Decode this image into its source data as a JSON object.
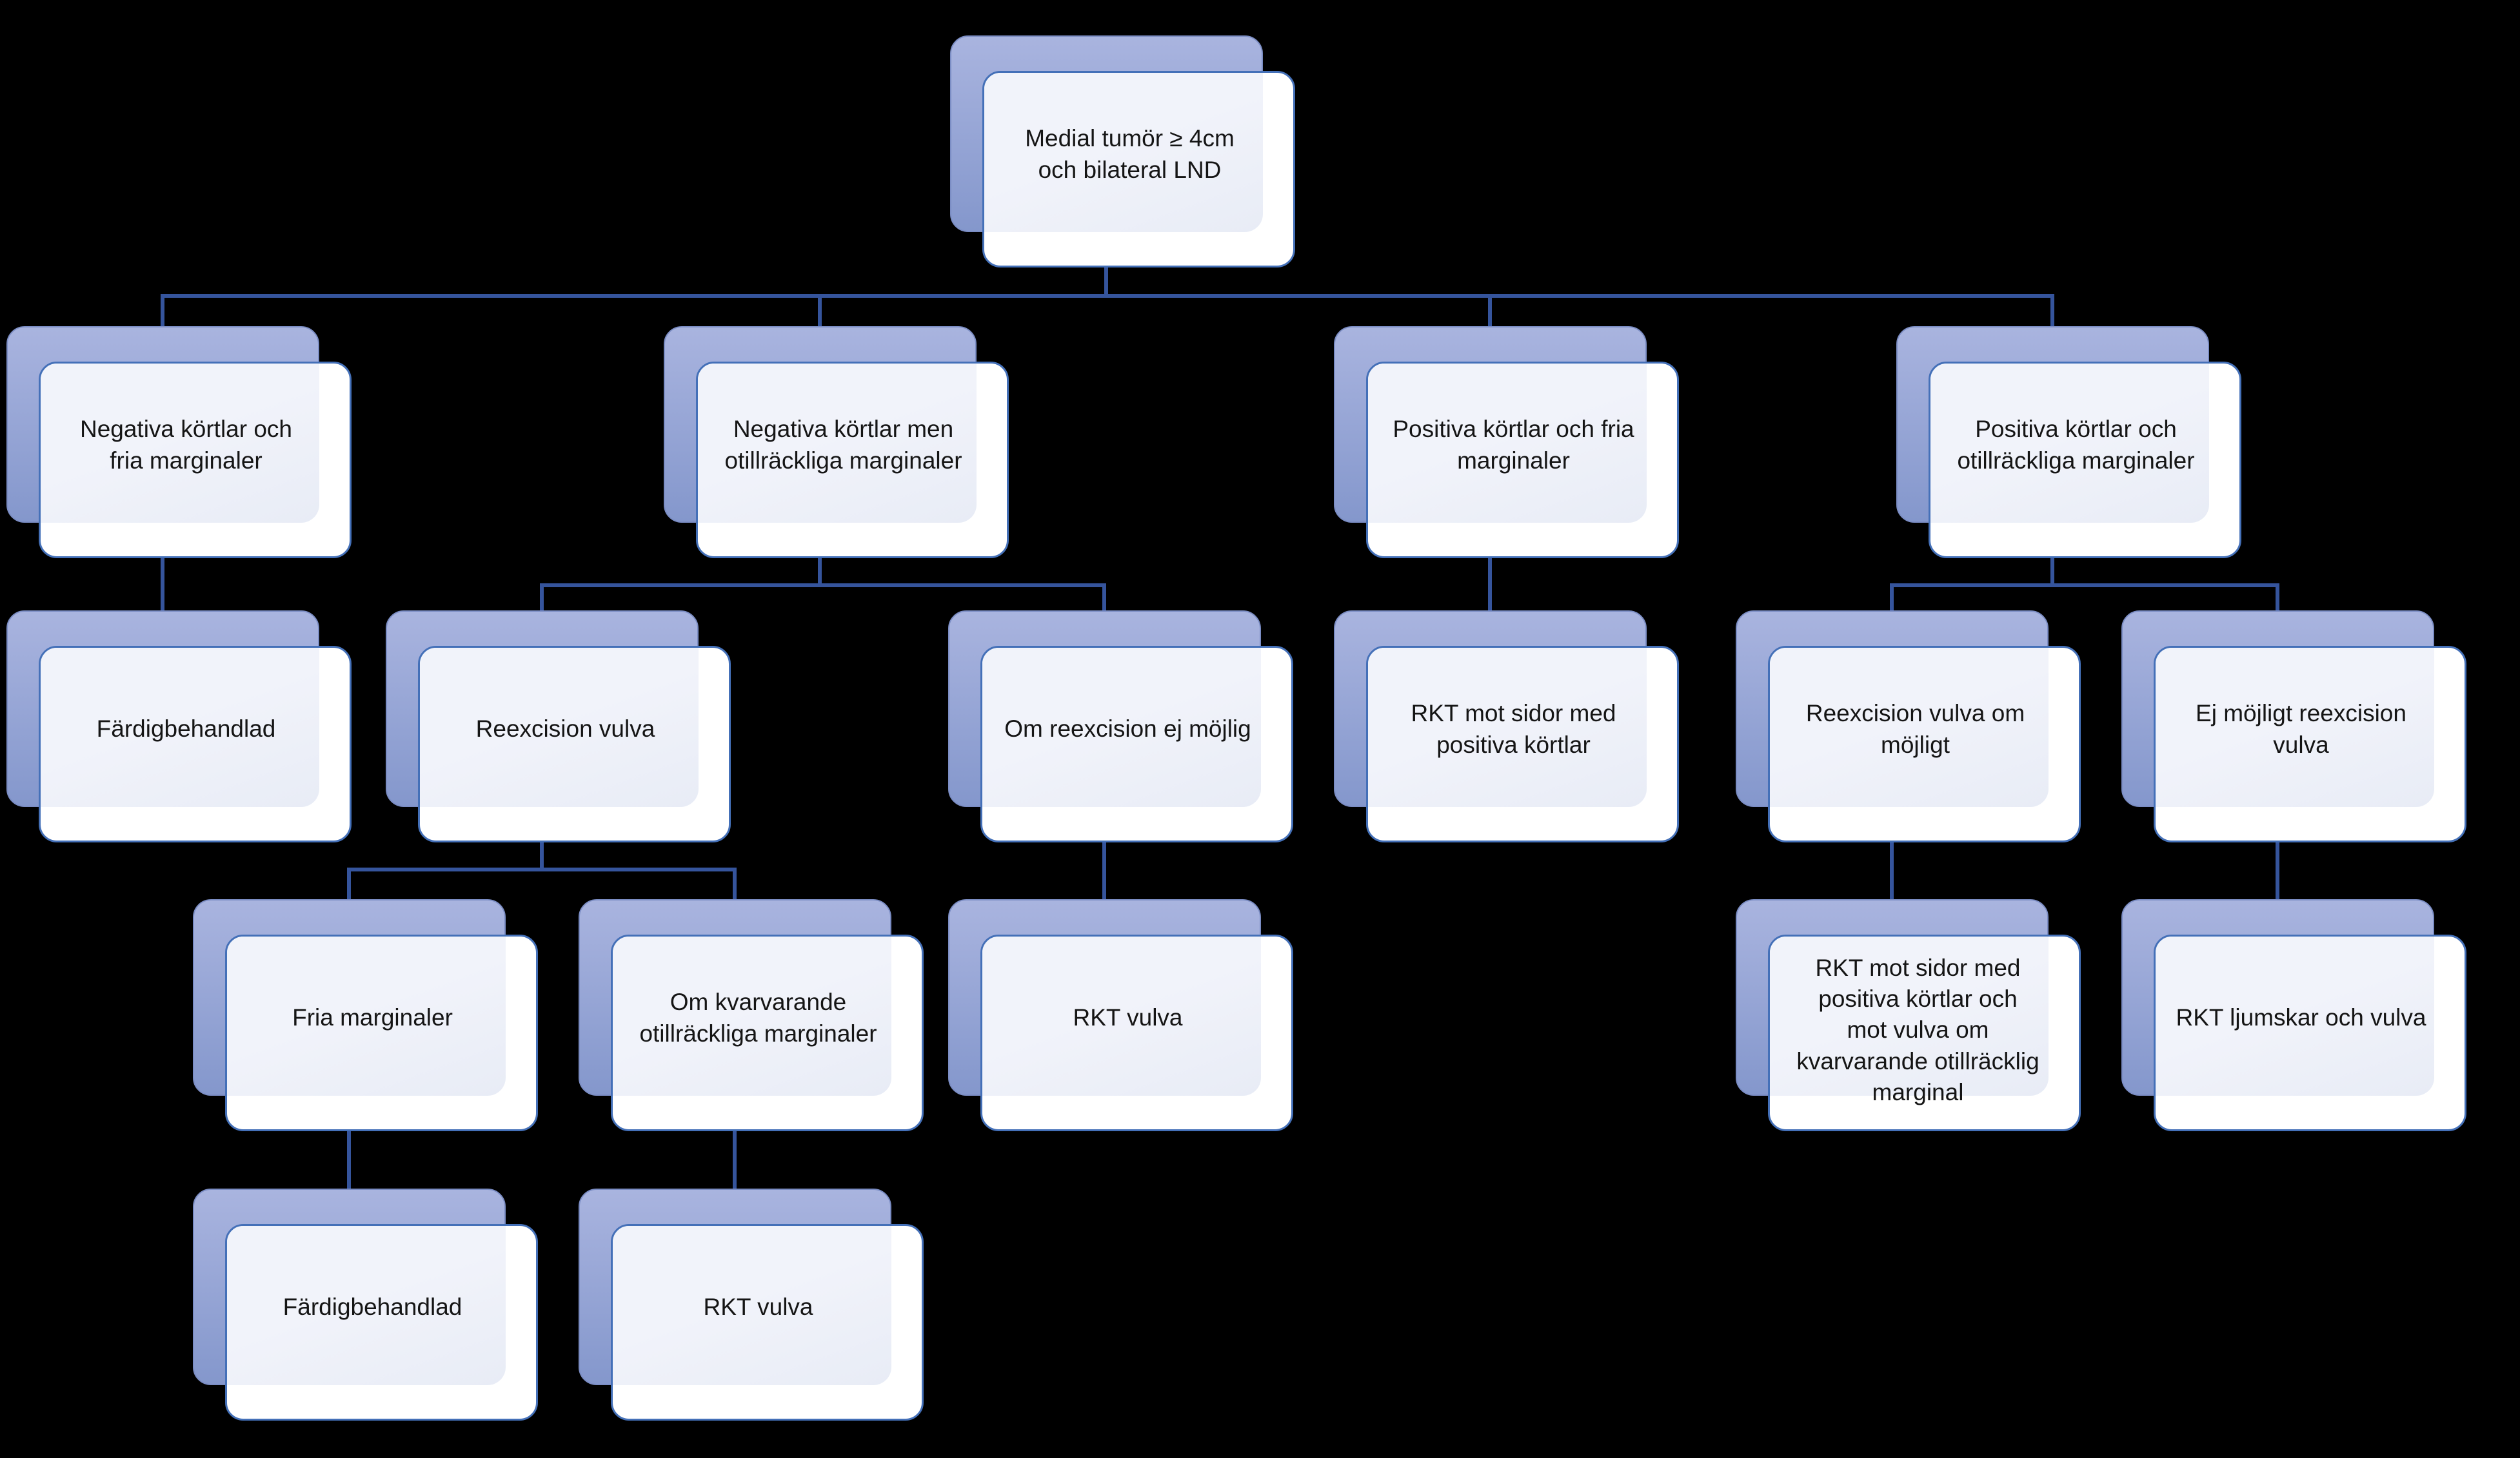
{
  "diagram": {
    "colors": {
      "background": "#000000",
      "connector": "#35549c",
      "back_top": "#a9b4df",
      "back_bottom": "#8497cc",
      "back_border": "#7b8dc4",
      "front_fill_a": "#f1f3fa",
      "front_fill_b": "#e8ecf6",
      "front_border": "#4470b8",
      "text": "#151515"
    },
    "nodes": {
      "root": {
        "label": "Medial tumör ≥ 4cm\noch bilateral LND"
      },
      "neg_fria": {
        "label": "Negativa körtlar och\nfria marginaler"
      },
      "neg_otillr": {
        "label": "Negativa körtlar men\notillräckliga marginaler"
      },
      "pos_fria": {
        "label": "Positiva körtlar och fria\nmarginaler"
      },
      "pos_otillr": {
        "label": "Positiva körtlar och\notillräckliga marginaler"
      },
      "fardigbehandlad_1": {
        "label": "Färdigbehandlad"
      },
      "reexcision_vulva": {
        "label": "Reexcision vulva"
      },
      "om_reexcision_ej_mojlig": {
        "label": "Om reexcision ej möjlig"
      },
      "rkt_mot_sidor": {
        "label": "RKT mot sidor med\npositiva körtlar"
      },
      "reexcision_vulva_om_mojligt": {
        "label": "Reexcision vulva om\nmöjligt"
      },
      "ej_mojligt_reexcision_vulva": {
        "label": "Ej möjligt reexcision\nvulva"
      },
      "fria_marginaler": {
        "label": "Fria marginaler"
      },
      "om_kvarvarande": {
        "label": "Om kvarvarande\notillräckliga marginaler"
      },
      "rkt_vulva_1": {
        "label": "RKT vulva"
      },
      "rkt_sidor_och_vulva": {
        "label": "RKT mot sidor med\npositiva körtlar och\nmot vulva om\nkvarvarande otillräcklig\nmarginal"
      },
      "rkt_ljumskar_och_vulva": {
        "label": "RKT ljumskar och vulva"
      },
      "fardigbehandlad_2": {
        "label": "Färdigbehandlad"
      },
      "rkt_vulva_2": {
        "label": "RKT vulva"
      }
    },
    "edges": [
      {
        "from": "root",
        "to": "neg_fria"
      },
      {
        "from": "root",
        "to": "neg_otillr"
      },
      {
        "from": "root",
        "to": "pos_fria"
      },
      {
        "from": "root",
        "to": "pos_otillr"
      },
      {
        "from": "neg_fria",
        "to": "fardigbehandlad_1"
      },
      {
        "from": "neg_otillr",
        "to": "reexcision_vulva"
      },
      {
        "from": "neg_otillr",
        "to": "om_reexcision_ej_mojlig"
      },
      {
        "from": "pos_fria",
        "to": "rkt_mot_sidor"
      },
      {
        "from": "pos_otillr",
        "to": "reexcision_vulva_om_mojligt"
      },
      {
        "from": "pos_otillr",
        "to": "ej_mojligt_reexcision_vulva"
      },
      {
        "from": "reexcision_vulva",
        "to": "fria_marginaler"
      },
      {
        "from": "reexcision_vulva",
        "to": "om_kvarvarande"
      },
      {
        "from": "om_reexcision_ej_mojlig",
        "to": "rkt_vulva_1"
      },
      {
        "from": "reexcision_vulva_om_mojligt",
        "to": "rkt_sidor_och_vulva"
      },
      {
        "from": "ej_mojligt_reexcision_vulva",
        "to": "rkt_ljumskar_och_vulva"
      },
      {
        "from": "fria_marginaler",
        "to": "fardigbehandlad_2"
      },
      {
        "from": "om_kvarvarande",
        "to": "rkt_vulva_2"
      }
    ]
  }
}
